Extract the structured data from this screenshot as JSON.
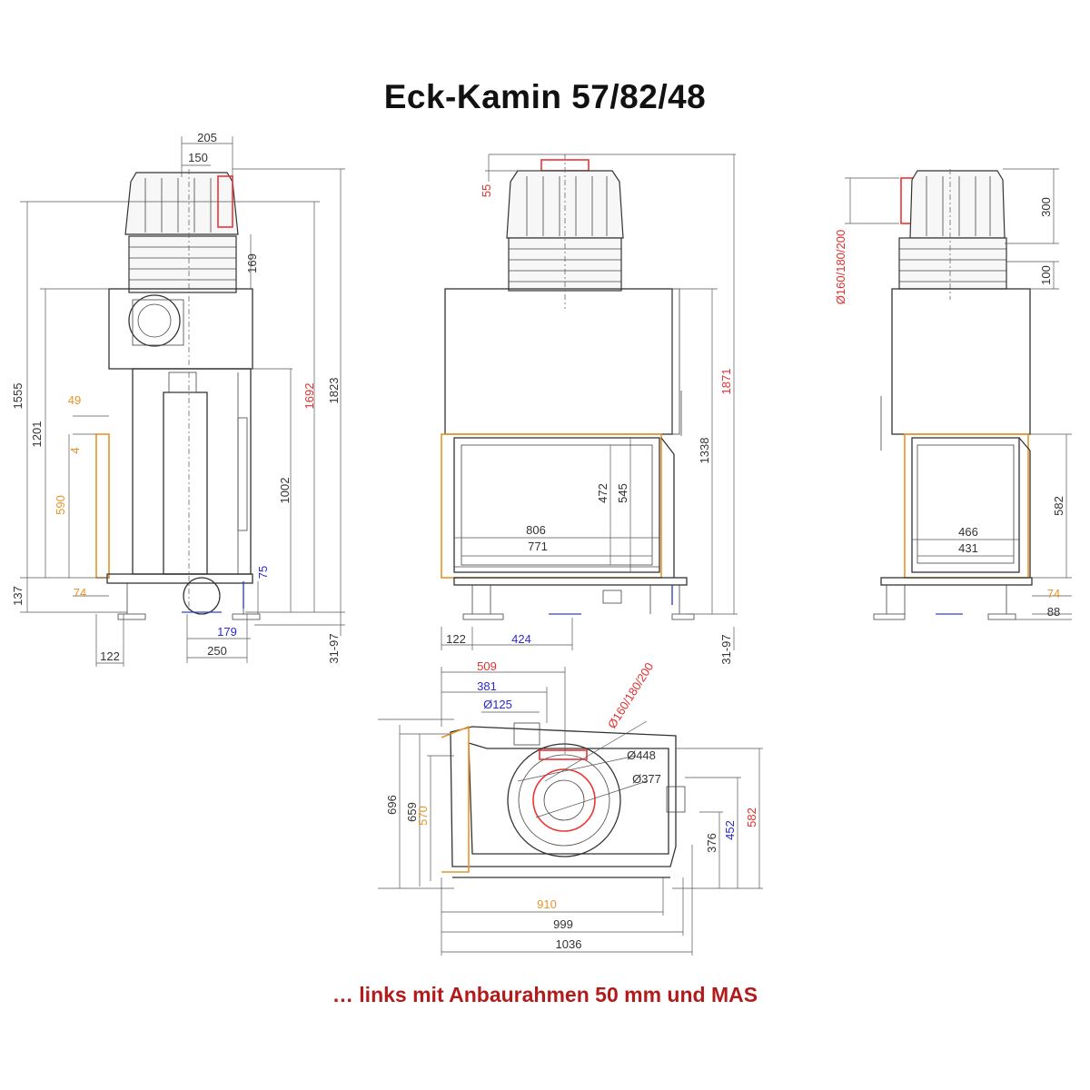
{
  "title": "Eck-Kamin 57/82/48",
  "caption": "… links mit Anbaurahmen 50 mm und MAS",
  "colors": {
    "caption": "#b31b1b",
    "black_dimension": "#333333",
    "orange_dimension": "#e8942a",
    "red_dimension": "#e03030",
    "blue_dimension": "#2a2ad0"
  },
  "views": {
    "left_side": {
      "dims": {
        "d205": "205",
        "d150": "150",
        "d169": "169",
        "d1555": "1555",
        "d1201": "1201",
        "d49": "49",
        "d4": "4",
        "d590": "590",
        "d137": "137",
        "d74": "74",
        "d1692": "1692",
        "d1002": "1002",
        "d1823": "1823",
        "d75": "75",
        "d179": "179",
        "d250": "250",
        "d122": "122",
        "d31_97": "31-97"
      }
    },
    "front": {
      "dims": {
        "d55": "55",
        "d1871": "1871",
        "d1338": "1338",
        "d472": "472",
        "d545": "545",
        "d806": "806",
        "d771": "771",
        "d122": "122",
        "d424": "424",
        "d31_97": "31-97"
      }
    },
    "right_side": {
      "dims": {
        "d300": "300",
        "d100": "100",
        "d160": "Ø160/180/200",
        "d582": "582",
        "d466": "466",
        "d431": "431",
        "d74": "74",
        "d88": "88"
      }
    },
    "top": {
      "dims": {
        "d509": "509",
        "d381": "381",
        "d125": "Ø125",
        "d160": "Ø160/180/200",
        "d448": "Ø448",
        "d377": "Ø377",
        "d696": "696",
        "d659": "659",
        "d570": "570",
        "d376": "376",
        "d452": "452",
        "d582": "582",
        "d910": "910",
        "d999": "999",
        "d1036": "1036"
      }
    }
  }
}
